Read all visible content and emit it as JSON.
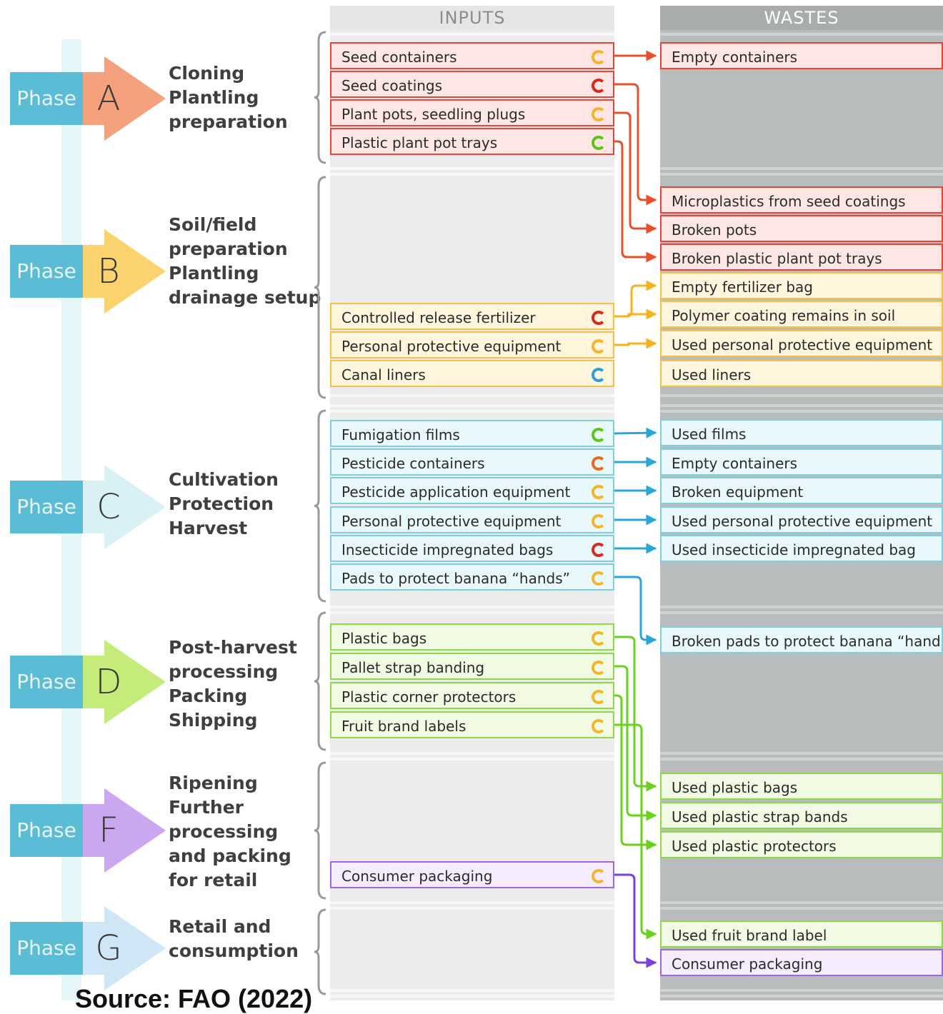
{
  "columns": {
    "inputs": "INPUTS",
    "wastes": "WASTES"
  },
  "phase_word": "Phase",
  "phases": [
    {
      "letter": "A",
      "color": "#f4a27e",
      "lines": [
        "Cloning",
        "Plantling",
        "preparation"
      ]
    },
    {
      "letter": "B",
      "color": "#fbd36e",
      "lines": [
        "Soil/field",
        "preparation",
        "Plantling",
        "drainage setup"
      ]
    },
    {
      "letter": "C",
      "color": "#d9f1f4",
      "lines": [
        "Cultivation",
        "Protection",
        "Harvest"
      ]
    },
    {
      "letter": "D",
      "color": "#c5ec7a",
      "lines": [
        "Post-harvest",
        "processing",
        "Packing",
        "Shipping"
      ]
    },
    {
      "letter": "F",
      "color": "#c9a8ef",
      "lines": [
        "Ripening",
        "Further",
        "processing",
        "and packing",
        "for retail"
      ]
    },
    {
      "letter": "G",
      "color": "#cfe6f6",
      "lines": [
        "Retail and",
        "consumption"
      ]
    }
  ],
  "inputs": [
    {
      "label": "Seed containers",
      "cycle": "orange",
      "group": "red"
    },
    {
      "label": "Seed coatings",
      "cycle": "red",
      "group": "red"
    },
    {
      "label": "Plant pots, seedling plugs",
      "cycle": "orange",
      "group": "red"
    },
    {
      "label": "Plastic plant pot trays",
      "cycle": "green",
      "group": "red"
    },
    {
      "label": "Controlled release fertilizer",
      "cycle": "red",
      "group": "yellow"
    },
    {
      "label": "Personal protective equipment",
      "cycle": "orange",
      "group": "yellow"
    },
    {
      "label": "Canal liners",
      "cycle": "blue",
      "group": "yellow"
    },
    {
      "label": "Fumigation films",
      "cycle": "green",
      "group": "cyan"
    },
    {
      "label": "Pesticide containers",
      "cycle": "orange-red",
      "group": "cyan"
    },
    {
      "label": "Pesticide application equipment",
      "cycle": "orange",
      "group": "cyan"
    },
    {
      "label": "Personal protective equipment",
      "cycle": "orange",
      "group": "cyan"
    },
    {
      "label": "Insecticide impregnated bags",
      "cycle": "red",
      "group": "cyan"
    },
    {
      "label": "Pads to protect banana “hands”",
      "cycle": "orange",
      "group": "cyan"
    },
    {
      "label": "Plastic bags",
      "cycle": "orange",
      "group": "green"
    },
    {
      "label": "Pallet strap banding",
      "cycle": "orange",
      "group": "green"
    },
    {
      "label": "Plastic corner protectors",
      "cycle": "orange",
      "group": "green"
    },
    {
      "label": "Fruit brand labels",
      "cycle": "orange",
      "group": "green"
    },
    {
      "label": "Consumer packaging",
      "cycle": "orange",
      "group": "purple"
    }
  ],
  "wastes": [
    {
      "label": "Empty containers",
      "group": "red"
    },
    {
      "label": "Microplastics from seed coatings",
      "group": "red"
    },
    {
      "label": "Broken pots",
      "group": "red"
    },
    {
      "label": "Broken plastic plant pot trays",
      "group": "red"
    },
    {
      "label": "Empty fertilizer bag",
      "group": "yellow"
    },
    {
      "label": "Polymer coating remains in soil",
      "group": "yellow"
    },
    {
      "label": "Used personal protective equipment",
      "group": "yellow"
    },
    {
      "label": "Used liners",
      "group": "yellow"
    },
    {
      "label": "Used films",
      "group": "cyan"
    },
    {
      "label": "Empty containers",
      "group": "cyan"
    },
    {
      "label": "Broken equipment",
      "group": "cyan"
    },
    {
      "label": "Used personal protective equipment",
      "group": "cyan"
    },
    {
      "label": "Used insecticide impregnated bag",
      "group": "cyan"
    },
    {
      "label": "Broken pads to protect banana “hands”",
      "group": "cyan"
    },
    {
      "label": "Used plastic bags",
      "group": "green"
    },
    {
      "label": "Used plastic strap bands",
      "group": "green"
    },
    {
      "label": "Used plastic protectors",
      "group": "green"
    },
    {
      "label": "Used fruit brand label",
      "group": "green"
    },
    {
      "label": "Consumer packaging",
      "group": "purple"
    }
  ],
  "group_colors": {
    "red": {
      "border": "#e8443a",
      "fill": "#fde6e4",
      "line": "#e8502c"
    },
    "yellow": {
      "border": "#f5c14a",
      "fill": "#fff6dd",
      "line": "#f6b21e"
    },
    "cyan": {
      "border": "#7fd0dc",
      "fill": "#e9f8fa",
      "line": "#2aa6d8"
    },
    "green": {
      "border": "#8fd84a",
      "fill": "#f1fbe3",
      "line": "#6ad11c"
    },
    "purple": {
      "border": "#9b6ae0",
      "fill": "#f5ecff",
      "line": "#7a3fe0"
    }
  },
  "cycle_colors": {
    "orange": "#f5b52a",
    "red": "#d9281d",
    "green": "#5cc51c",
    "blue": "#2a9fd8",
    "orange-red": "#ea6a22"
  },
  "source": "Source: FAO (2022)"
}
